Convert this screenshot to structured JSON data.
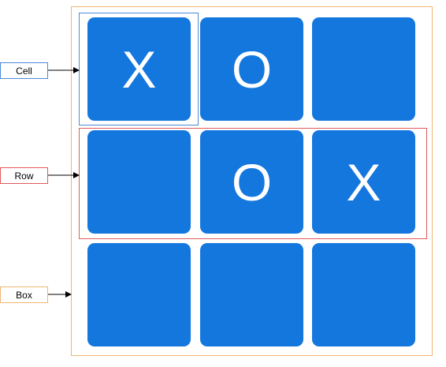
{
  "labels": {
    "cell": "Cell",
    "row": "Row",
    "box": "Box"
  },
  "colors": {
    "tile": "#1477de",
    "cell_outline": "#4d89d6",
    "row_outline": "#e15a5a",
    "box_outline": "#f0b572",
    "mark": "#ffffff"
  },
  "board": [
    [
      "X",
      "O",
      ""
    ],
    [
      "",
      "O",
      "X"
    ],
    [
      "",
      "",
      ""
    ]
  ]
}
